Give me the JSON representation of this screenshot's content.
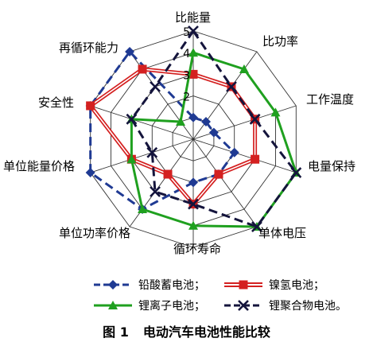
{
  "caption": {
    "figure_label": "图 1",
    "text": "电动汽车电池性能比较"
  },
  "chart_data": {
    "type": "radar",
    "title": "",
    "axes": [
      "比能量",
      "比功率",
      "工作温度",
      "电量保持",
      "单体电压",
      "循环寿命",
      "单位功率价格",
      "单位能量价格",
      "安全性",
      "再循环能力"
    ],
    "ticks": [
      2,
      3,
      4,
      5
    ],
    "range": [
      0,
      5
    ],
    "grid": true,
    "legend": "bottom",
    "series": [
      {
        "name": "铅酸蓄电池；",
        "values": [
          1,
          1,
          1,
          2,
          2,
          2,
          4,
          5,
          5,
          5
        ],
        "color": "#1f3a93",
        "marker": "diamond",
        "line": "dash"
      },
      {
        "name": "镍氢电池；",
        "values": [
          3,
          3,
          3,
          3,
          2,
          3,
          2,
          3,
          5,
          4
        ],
        "color": "#d42020",
        "marker": "square",
        "line": "double"
      },
      {
        "name": "锂离子电池；",
        "values": [
          4,
          4,
          4,
          5,
          5,
          4,
          4,
          3,
          3,
          1
        ],
        "color": "#1fa01f",
        "marker": "triangle",
        "line": "solid"
      },
      {
        "name": "锂聚合物电池。",
        "values": [
          5,
          3,
          3,
          5,
          5,
          3,
          3,
          2,
          3,
          3
        ],
        "color": "#14143c",
        "marker": "cross",
        "line": "dash"
      }
    ]
  }
}
